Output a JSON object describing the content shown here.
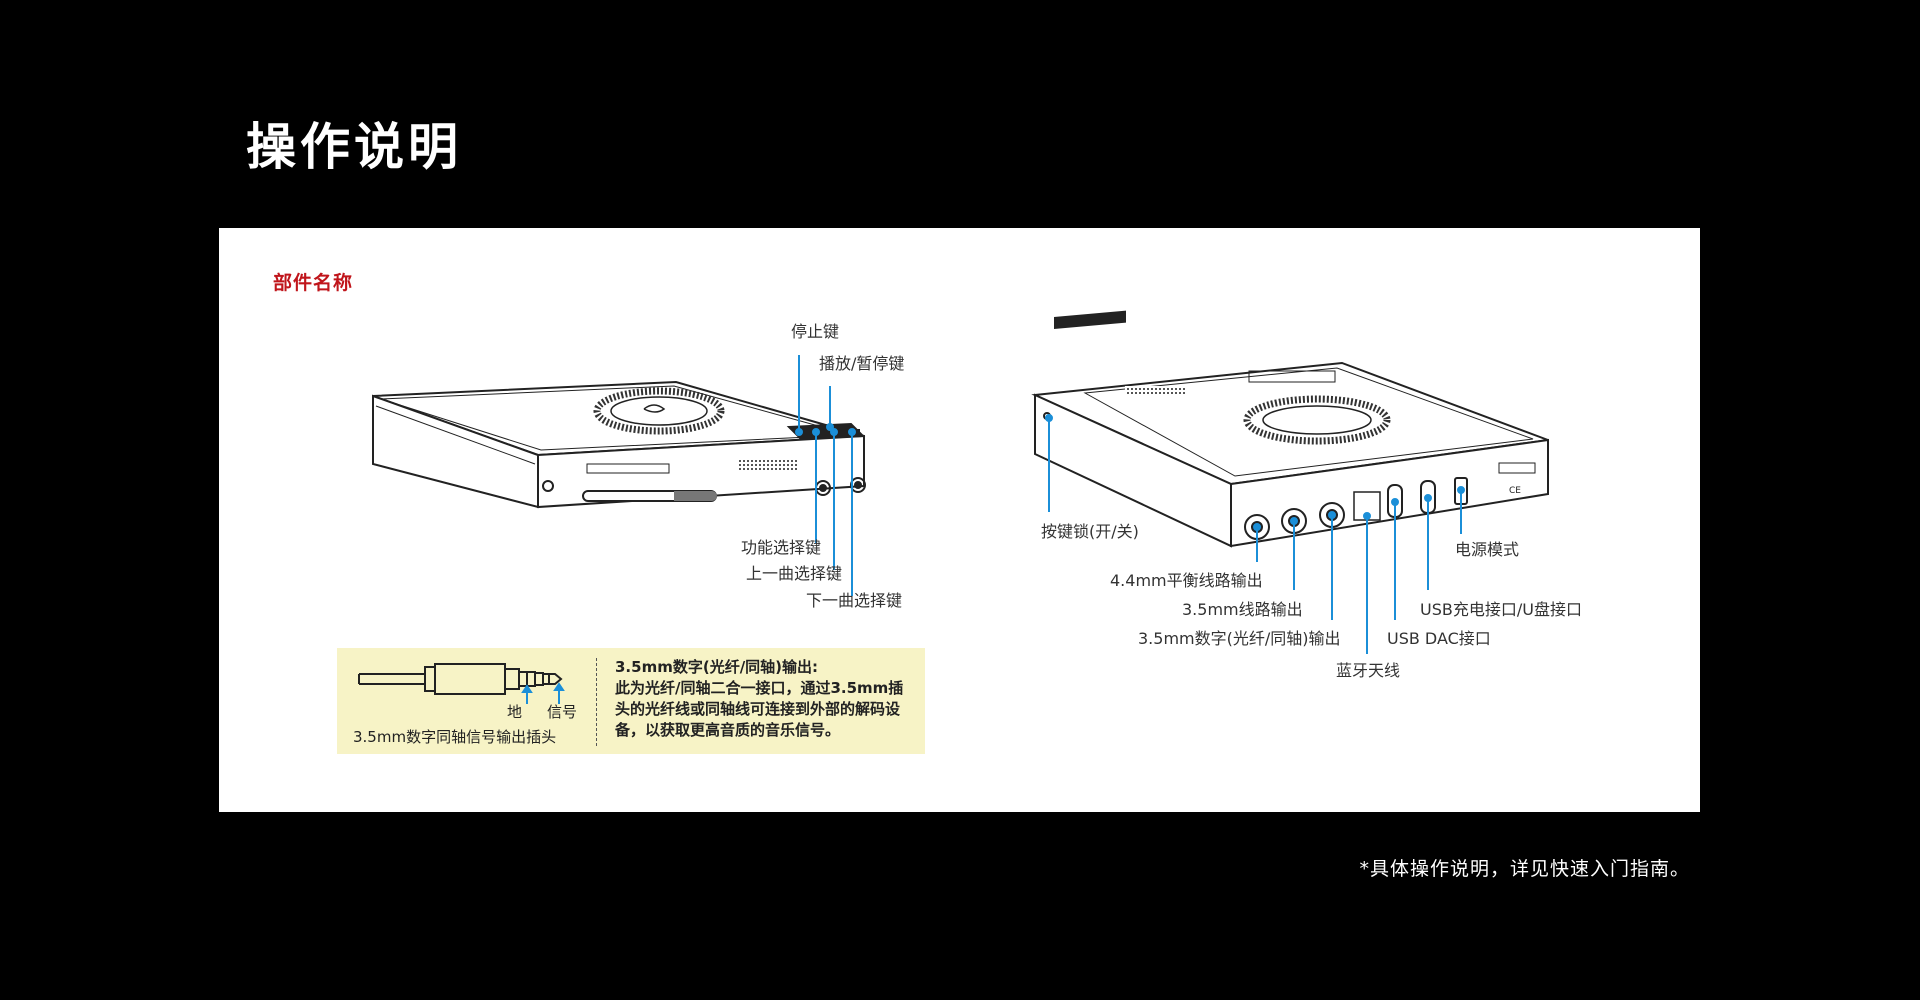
{
  "title": "操作说明",
  "section_label": "部件名称",
  "front_labels": {
    "stop": "停止键",
    "play_pause": "播放/暂停键",
    "function_select": "功能选择键",
    "prev_track": "上一曲选择键",
    "next_track": "下一曲选择键"
  },
  "rear_labels": {
    "key_lock": "按键锁(开/关)",
    "balanced_out": "4.4mm平衡线路输出",
    "line_out": "3.5mm线路输出",
    "digital_out": "3.5mm数字(光纤/同轴)输出",
    "bluetooth_antenna": "蓝牙天线",
    "usb_dac": "USB DAC接口",
    "usb_charge": "USB充电接口/U盘接口",
    "power_mode": "电源模式"
  },
  "plug": {
    "ground": "地",
    "signal": "信号",
    "caption": "3.5mm数字同轴信号输出插头"
  },
  "info": {
    "title": "3.5mm数字(光纤/同轴)输出:",
    "body": "此为光纤/同轴二合一接口，通过3.5mm插头的光纤线或同轴线可连接到外部的解码设备，以获取更高音质的音乐信号。"
  },
  "footnote": "*具体操作说明，详见快速入门指南。",
  "colors": {
    "background": "#000000",
    "panel": "#ffffff",
    "accent_red": "#c0151b",
    "callout_blue": "#1b8fd8",
    "info_box": "#f7f3c6"
  }
}
